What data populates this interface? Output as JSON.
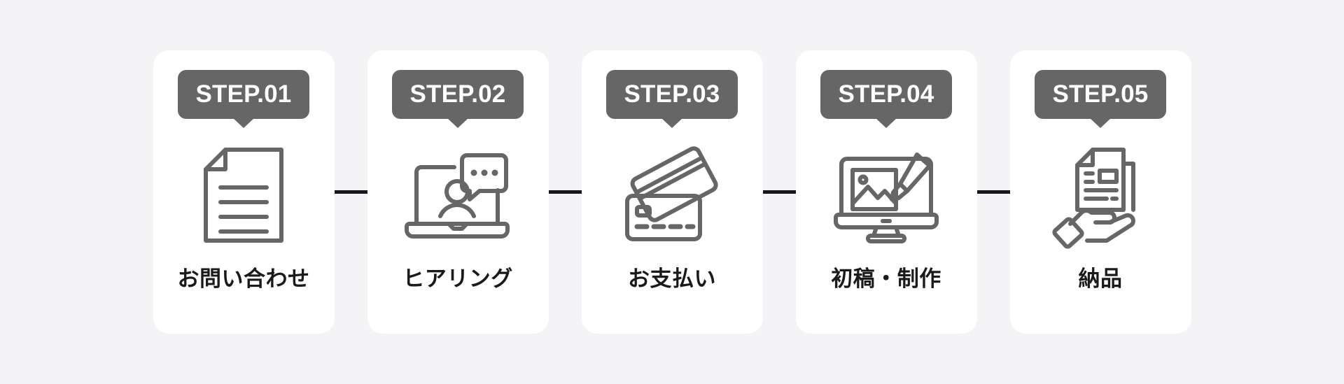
{
  "page": {
    "background_color": "#f4f4f6",
    "card_color": "#ffffff",
    "badge_color": "#666666",
    "badge_text_color": "#ffffff",
    "label_color": "#1a1a1a",
    "icon_color": "#666666",
    "connector_color": "#16171b"
  },
  "steps": [
    {
      "badge": "STEP.01",
      "label": "お問い合わせ",
      "icon": "document-icon"
    },
    {
      "badge": "STEP.02",
      "label": "ヒアリング",
      "icon": "laptop-chat-icon"
    },
    {
      "badge": "STEP.03",
      "label": "お支払い",
      "icon": "credit-cards-icon"
    },
    {
      "badge": "STEP.04",
      "label": "初稿・制作",
      "icon": "monitor-paintbrush-icon"
    },
    {
      "badge": "STEP.05",
      "label": "納品",
      "icon": "hand-document-icon"
    }
  ],
  "connectors": [
    {
      "name": "connector-1-2"
    },
    {
      "name": "connector-2-3"
    },
    {
      "name": "connector-3-4"
    },
    {
      "name": "connector-4-5"
    }
  ]
}
